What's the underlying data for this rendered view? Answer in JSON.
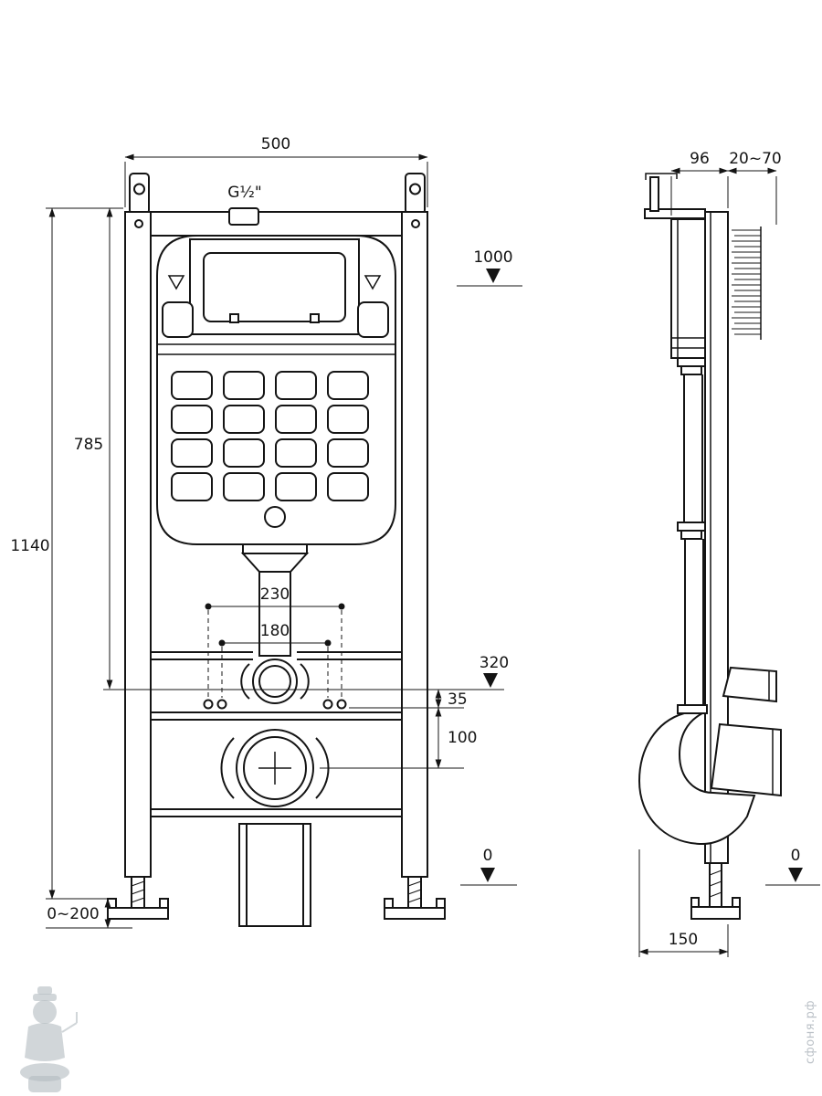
{
  "front_view": {
    "dim_width_top": "500",
    "dim_thread": "G½\"",
    "dim_level_1000": "1000",
    "dim_785": "785",
    "dim_1140": "1140",
    "dim_230": "230",
    "dim_180": "180",
    "dim_320": "320",
    "dim_35": "35",
    "dim_100": "100",
    "dim_feet": "0~200",
    "dim_zero": "0"
  },
  "side_view": {
    "dim_96": "96",
    "dim_20_70": "20~70",
    "dim_150": "150",
    "dim_zero": "0"
  },
  "watermark": {
    "site": "сфоня.рф"
  }
}
